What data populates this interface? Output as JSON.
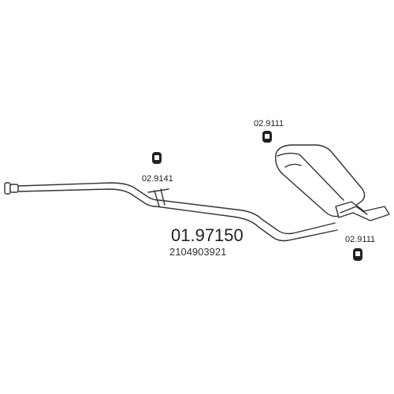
{
  "diagram": {
    "main_part_number": "01.97150",
    "oem_number": "2104903921",
    "hangers": [
      {
        "code": "02.9141"
      },
      {
        "code": "02.9111"
      },
      {
        "code": "02.9111"
      }
    ]
  }
}
